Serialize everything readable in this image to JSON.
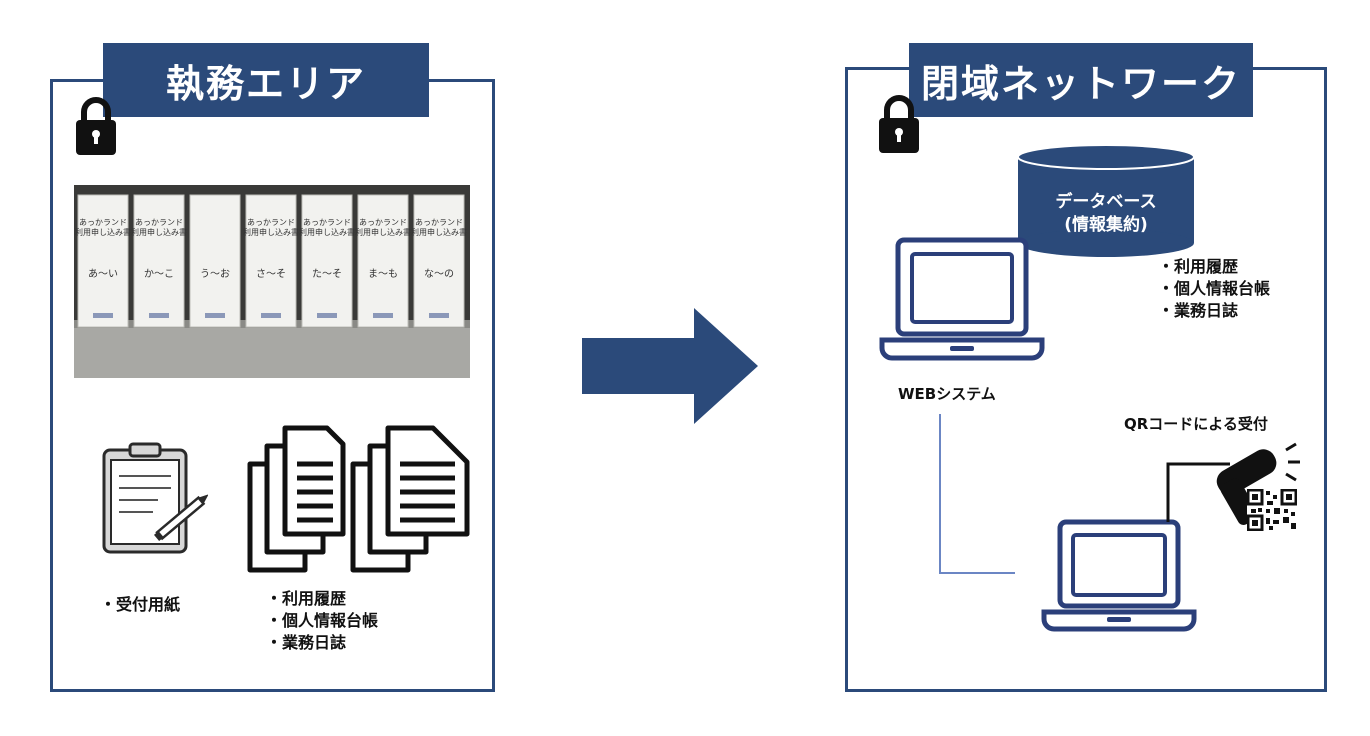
{
  "left_panel": {
    "title": "執務エリア",
    "photo_binders": [
      {
        "header": "あっかランド 利用申し込み書",
        "range": "あ～い"
      },
      {
        "header": "あっかランド 利用申し込み書",
        "range": "か～こ"
      },
      {
        "header": "",
        "range": "う～お"
      },
      {
        "header": "あっかランド 利用申し込み書",
        "range": "さ～そ"
      },
      {
        "header": "あっかランド 利用申し込み書",
        "range": "た～そ"
      },
      {
        "header": "あっかランド 利用申し込み書",
        "range": "ま～も"
      },
      {
        "header": "あっかランド 利用申し込み書",
        "range": "な～の"
      }
    ],
    "clipboard_label": "・受付用紙",
    "documents_list": [
      "・利用履歴",
      "・個人情報台帳",
      "・業務日誌"
    ]
  },
  "right_panel": {
    "title": "閉域ネットワーク",
    "database_label_line1": "データベース",
    "database_label_line2": "(情報集約)",
    "database_list": [
      "・利用履歴",
      "・個人情報台帳",
      "・業務日誌"
    ],
    "web_system_label": "WEBシステム",
    "qr_label": "QRコードによる受付"
  },
  "colors": {
    "primary": "#2b4a7a",
    "line": "#6b86c4"
  }
}
